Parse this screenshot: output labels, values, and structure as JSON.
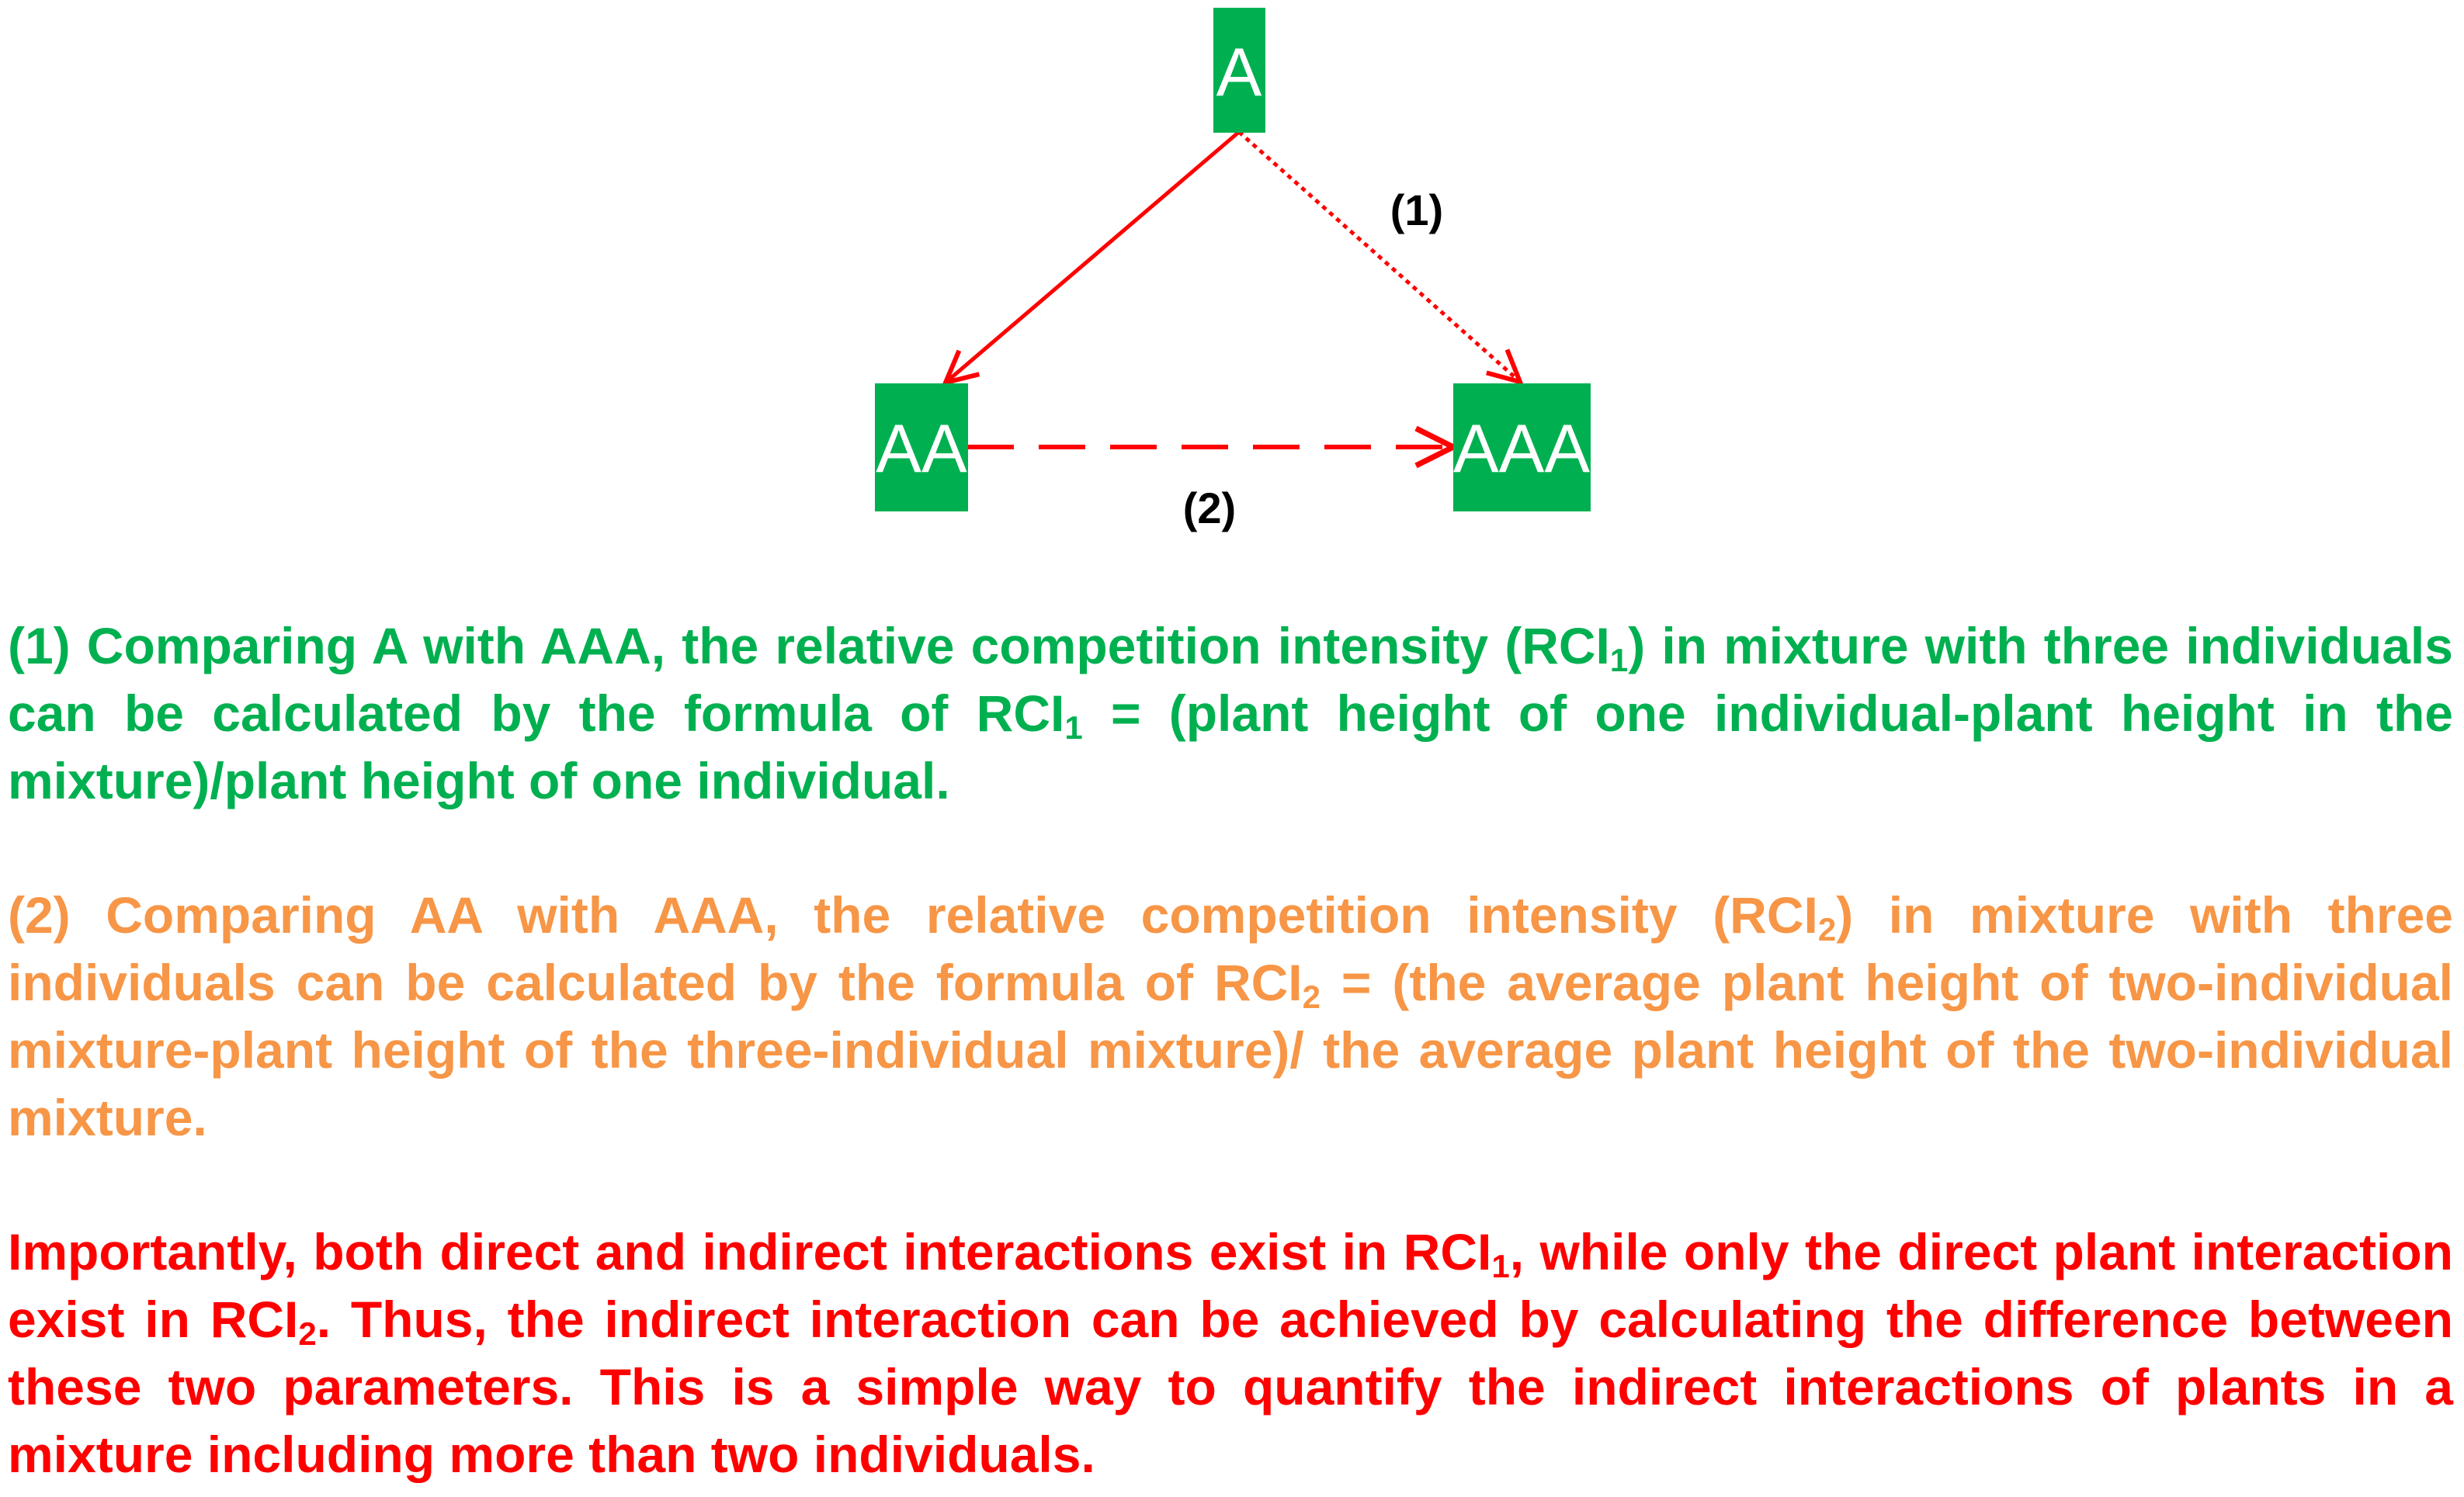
{
  "diagram": {
    "nodes": {
      "a": "A",
      "aa": "AA",
      "aaa": "AAA"
    },
    "edge_labels": {
      "edge1": "(1)",
      "edge2": "(2)"
    },
    "colors": {
      "node_fill": "#00b050",
      "arrow": "#ff0000"
    }
  },
  "paragraphs": {
    "p1": {
      "color": "#00b050",
      "s1": "(1) Comparing A with AAA, the relative competition intensity (RCI",
      "sub1": "1",
      "s2": ") in mixture with three individuals can be calculated by the formula of RCI",
      "sub2": "1",
      "s3": " = (plant height of one individual-plant height in the mixture)/plant height of one individual."
    },
    "p2": {
      "color": "#f79646",
      "s1": "(2) Comparing AA with AAA, the relative competition intensity (RCI",
      "sub1": "2",
      "s2": ") in mixture with three individuals can be calculated by the formula of RCI",
      "sub2": "2",
      "s3": " = (the average plant height of two-individual mixture-plant height of the three-individual mixture)/ the average plant height of the two-individual mixture."
    },
    "p3": {
      "color": "#ff0000",
      "s1": "Importantly, both direct and indirect interactions exist in RCI",
      "sub1": "1",
      "s2": ", while only the direct plant interaction exist in RCI",
      "sub2": "2",
      "s3": ". Thus, the indirect interaction can be achieved by calculating the difference between these two parameters. This is a simple way to quantify the indirect interactions of plants in a mixture including more than two individuals."
    }
  }
}
